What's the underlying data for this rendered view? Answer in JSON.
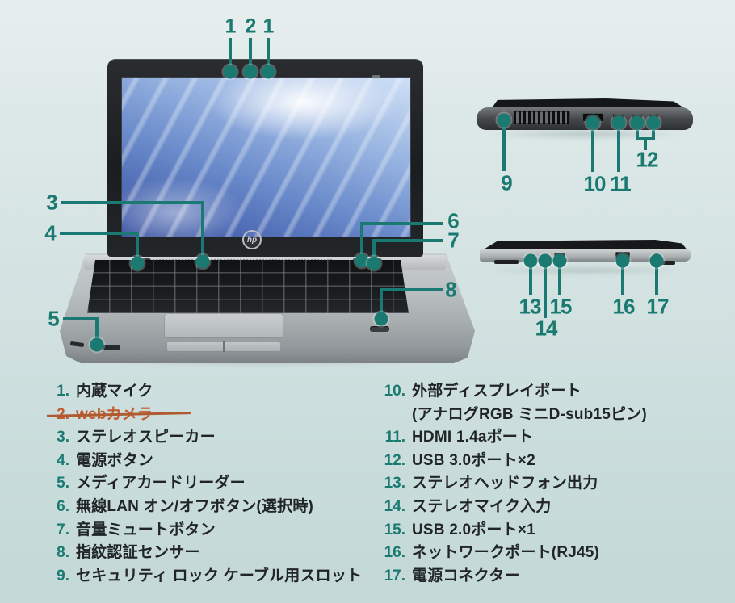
{
  "colors": {
    "accent": "#1a7a71",
    "strike_text": "#bf5b2e",
    "legend_text": "#222527"
  },
  "laptop": {
    "logo": "hp"
  },
  "callouts": {
    "top": [
      "1",
      "2",
      "1"
    ],
    "left": [
      "3",
      "4",
      "5"
    ],
    "right": [
      "6",
      "7",
      "8"
    ],
    "side_top": [
      "9",
      "10",
      "11",
      "12"
    ],
    "side_bottom": [
      "13",
      "14",
      "15",
      "16",
      "17"
    ]
  },
  "legend": {
    "left": [
      {
        "num": "1.",
        "text": "内蔵マイク"
      },
      {
        "num": "2.",
        "text": "webカメラ",
        "struck": true
      },
      {
        "num": "3.",
        "text": "ステレオスピーカー"
      },
      {
        "num": "4.",
        "text": "電源ボタン"
      },
      {
        "num": "5.",
        "text": "メディアカードリーダー"
      },
      {
        "num": "6.",
        "text": "無線LAN オン/オフボタン(選択時)"
      },
      {
        "num": "7.",
        "text": "音量ミュートボタン"
      },
      {
        "num": "8.",
        "text": "指紋認証センサー"
      },
      {
        "num": "9.",
        "text": "セキュリティ ロック ケーブル用スロット"
      }
    ],
    "right": [
      {
        "num": "10.",
        "text": "外部ディスプレイポート",
        "line2": "(アナログRGB ミニD-sub15ピン)"
      },
      {
        "num": "11.",
        "text": "HDMI 1.4aポート"
      },
      {
        "num": "12.",
        "text": "USB 3.0ポート×2"
      },
      {
        "num": "13.",
        "text": "ステレオヘッドフォン出力"
      },
      {
        "num": "14.",
        "text": "ステレオマイク入力"
      },
      {
        "num": "15.",
        "text": "USB 2.0ポート×1"
      },
      {
        "num": "16.",
        "text": "ネットワークポート(RJ45)"
      },
      {
        "num": "17.",
        "text": "電源コネクター"
      }
    ]
  }
}
